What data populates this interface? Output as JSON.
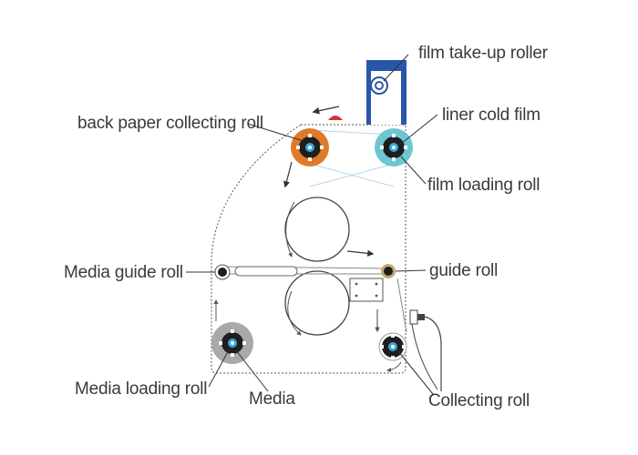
{
  "labels": {
    "film_takeup_roller": "film take-up roller",
    "liner_cold_film": "liner cold film",
    "back_paper_collecting_roll": "back paper collecting roll",
    "film_loading_roll": "film loading roll",
    "media_guide_roll": "Media guide roll",
    "guide_roll": "guide roll",
    "media_loading_roll": "Media loading roll",
    "media": "Media",
    "collecting_roll": "Collecting roll"
  },
  "colors": {
    "line": "#555555",
    "arrow": "#333333",
    "takeup_blue": "#2a56a8",
    "back_paper_orange": "#e07a28",
    "film_teal": "#6cc7d2",
    "media_gray": "#a9a9a9",
    "hub_dark": "#1e1e1e",
    "hub_blue": "#3aa8d8",
    "guide_tan": "#c8a774",
    "accent_red": "#d6313a",
    "film_line": "#b5d6ec"
  }
}
